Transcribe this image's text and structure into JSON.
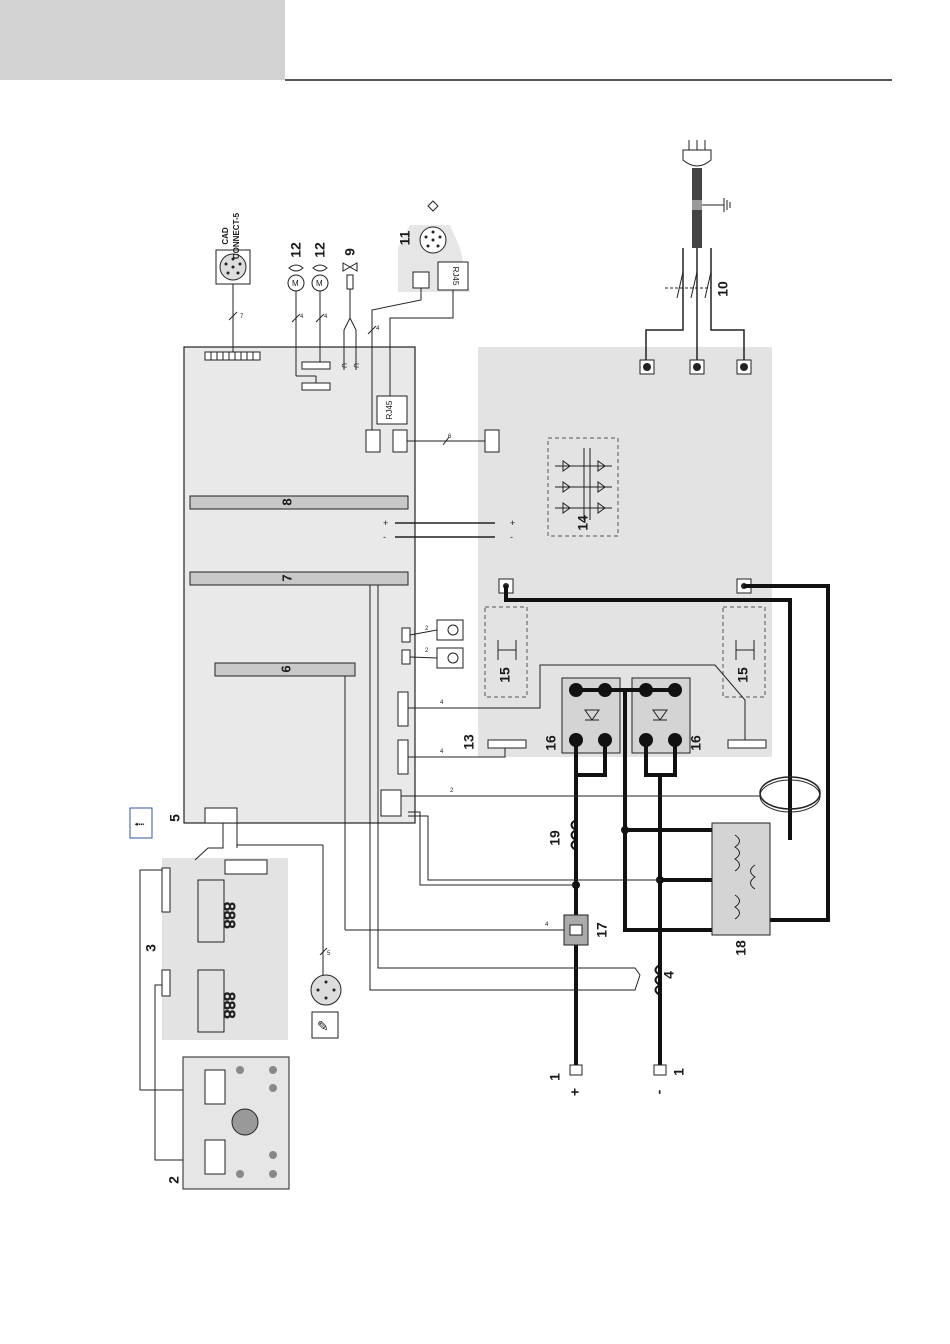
{
  "header": {
    "tab_color": "#d2d2d2",
    "rule_color": "#222222"
  },
  "diagram": {
    "colors": {
      "board": "#e3e3e3",
      "panel": "#e6e6e6",
      "strip": "#c8c8c8",
      "line": "#1a1a1a"
    },
    "labels": {
      "cad_connect": "CAD\nCONNECT-5",
      "n1a": "1",
      "n1b": "1",
      "plus": "+",
      "minus": "-",
      "n2": "2",
      "n3": "3",
      "n4": "4",
      "n5": "5",
      "n6": "6",
      "n7": "7",
      "n8": "8",
      "n9": "9",
      "n10": "10",
      "n11": "11",
      "n12a": "12",
      "n12b": "12",
      "n13": "13",
      "n14": "14",
      "n15a": "15",
      "n15b": "15",
      "n16a": "16",
      "n16b": "16",
      "n17": "17",
      "n18": "18",
      "n19": "19",
      "rj45_a": "RJ45",
      "rj45_b": "RJ45",
      "wire_7": "7",
      "wire_4a": "4",
      "wire_4b": "4",
      "wire_4c": "4",
      "wire_6": "6",
      "wire_2a": "2",
      "wire_2b": "2",
      "wire_4d": "4",
      "wire_4e": "4",
      "wire_2c": "2",
      "wire_4f": "4",
      "wire_5": "5",
      "motor": "M"
    }
  }
}
